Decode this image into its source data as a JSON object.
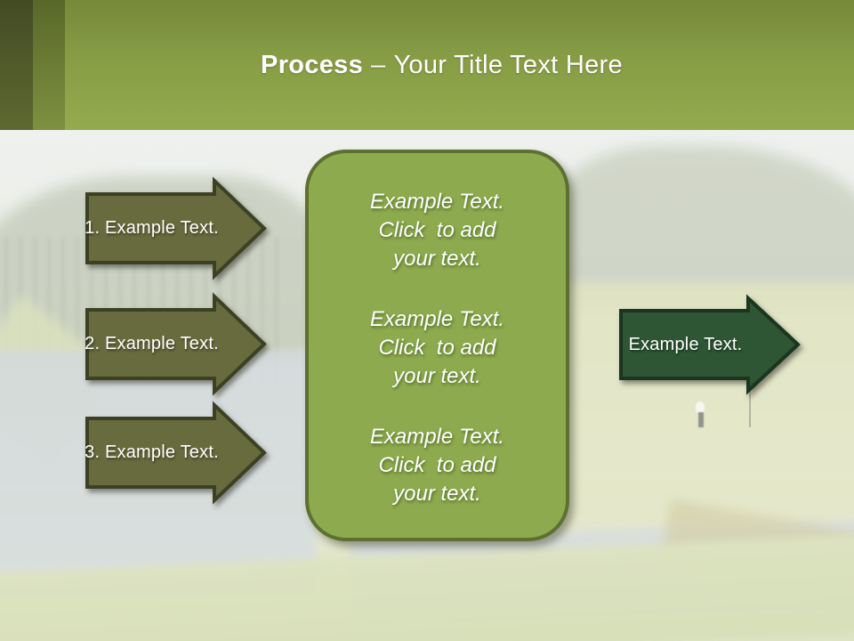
{
  "slide": {
    "title": {
      "emphasis": "Process",
      "separator": "–",
      "text": "Your Title Text Here"
    }
  },
  "steps": [
    {
      "label": "1. Example Text."
    },
    {
      "label": "2. Example Text."
    },
    {
      "label": "3. Example Text."
    }
  ],
  "panel": {
    "blocks": [
      "Example Text.\nClick  to add\nyour text.",
      "Example Text.\nClick  to add\nyour text.",
      "Example Text.\nClick  to add\nyour text."
    ]
  },
  "result": {
    "label": "Example Text."
  },
  "colors": {
    "header_green": "#879d45",
    "stripe_dark": "#4b5428",
    "stripe_mid": "#6d7d35",
    "step_arrow_fill": "#686b3d",
    "step_arrow_border": "#3c4124",
    "panel_fill": "#8dab4e",
    "panel_border": "#5e7030",
    "result_arrow_fill": "#2e5634",
    "result_arrow_border": "#1b3520",
    "text": "#ffffff"
  }
}
